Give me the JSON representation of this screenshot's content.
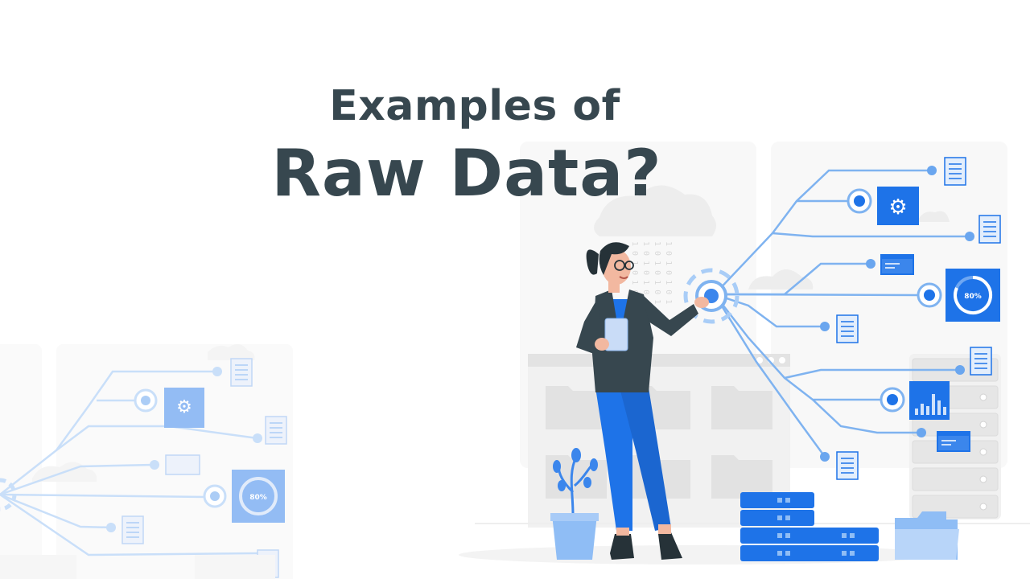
{
  "title": {
    "line1": "Examples of",
    "line2": "Raw Data?"
  },
  "illustration": {
    "gauge_label_main": "80%",
    "gauge_label_faded": "80%",
    "binary_digits": "1 0 1 0 1 0 1",
    "colors": {
      "primary_blue": "#1e73e8",
      "light_blue": "#7fb3f0",
      "faded_blue": "#b9d4f6",
      "dark_gray": "#37474f",
      "panel_gray": "#f2f2f2",
      "folder_gray": "#e4e4e4"
    }
  }
}
